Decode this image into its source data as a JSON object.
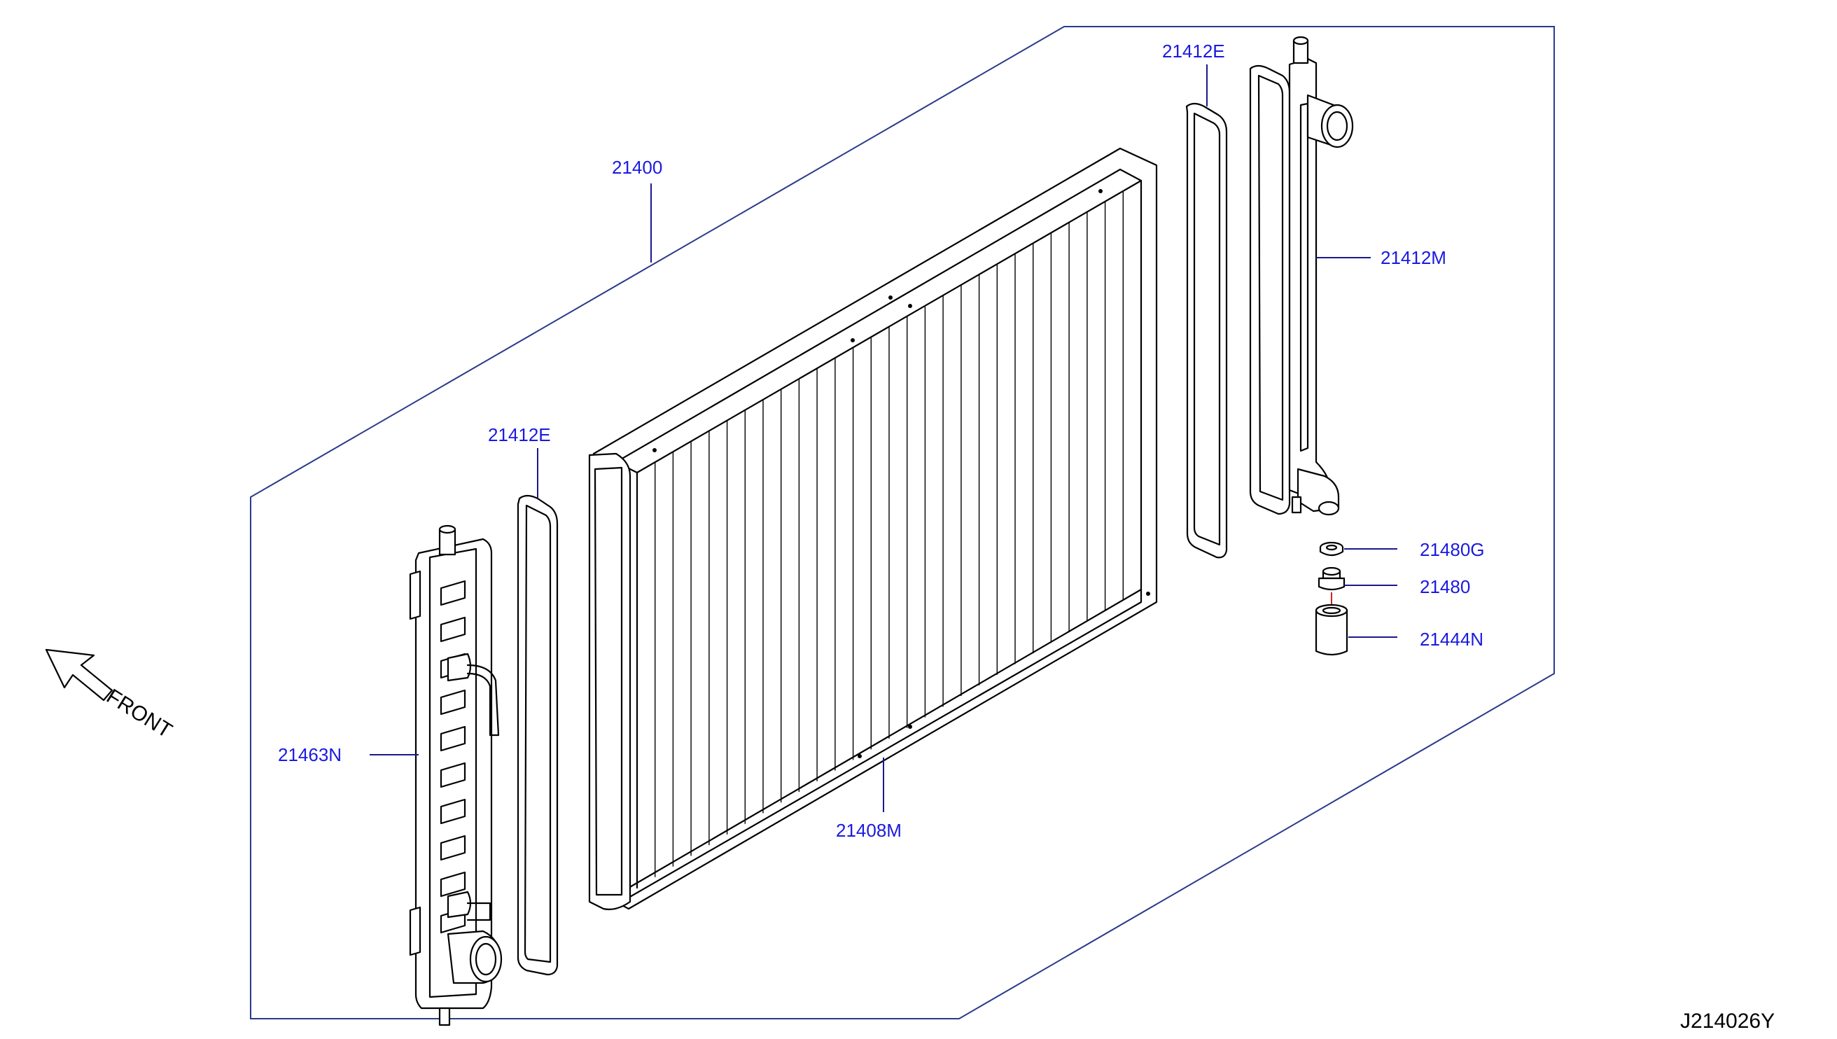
{
  "drawing_id": "J214026Y",
  "front_indicator": {
    "text": "FRONT",
    "icon": "front-arrow-icon"
  },
  "parts": [
    {
      "id": "radiator-assembly",
      "number": "21400"
    },
    {
      "id": "core",
      "number": "21408M"
    },
    {
      "id": "left-tank-gasket",
      "number": "21412E"
    },
    {
      "id": "right-tank-gasket",
      "number": "21412E"
    },
    {
      "id": "right-tank",
      "number": "21412M"
    },
    {
      "id": "left-tank",
      "number": "21463N"
    },
    {
      "id": "drain-plug-seal",
      "number": "21480G"
    },
    {
      "id": "drain-plug",
      "number": "21480"
    },
    {
      "id": "drain-hose",
      "number": "21444N"
    }
  ],
  "colors": {
    "label": "#1a1adf",
    "line": "#000000",
    "frame": "#2a3a8a"
  }
}
